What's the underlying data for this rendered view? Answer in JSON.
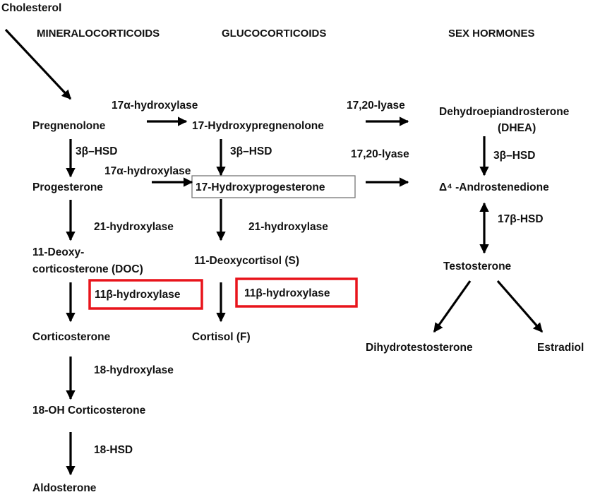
{
  "colors": {
    "highlight": "#e8141b",
    "box": "#777777",
    "text": "#111111"
  },
  "start": "Cholesterol",
  "headers": {
    "mineral": "MINERALOCORTICOIDS",
    "gluco": "GLUCOCORTICOIDS",
    "sex": "SEX HORMONES"
  },
  "compounds": {
    "pregnenolone": "Pregnenolone",
    "hydroxypregnenolone": "17-Hydroxypregnenolone",
    "dhea1": "Dehydroepiandrosterone",
    "dhea2": "(DHEA)",
    "progesterone": "Progesterone",
    "hydroxyprogesterone": "17-Hydroxyprogesterone",
    "androstenedione": "Δ⁴ -Androstenedione",
    "doc1": "11-Deoxy-",
    "doc2": "corticosterone (DOC)",
    "deoxycortisol": "11-Deoxycortisol (S)",
    "testosterone": "Testosterone",
    "corticosterone": "Corticosterone",
    "cortisol": "Cortisol (F)",
    "dht": "Dihydrotestosterone",
    "estradiol": "Estradiol",
    "oh_corticosterone": "18-OH Corticosterone",
    "aldosterone": "Aldosterone"
  },
  "enzymes": {
    "hydroxylase17a_1": "17α-hydroxylase",
    "lyase_1": "17,20-lyase",
    "hsd3b_1": "3β–HSD",
    "hsd3b_2": "3β–HSD",
    "lyase_2": "17,20-lyase",
    "hsd3b_3": "3β–HSD",
    "hydroxylase17a_2": "17α-hydroxylase",
    "hydroxylase21_1": "21-hydroxylase",
    "hydroxylase21_2": "21-hydroxylase",
    "hsd17b": "17β-HSD",
    "hydroxylase11b_1": "11β-hydroxylase",
    "hydroxylase11b_2": "11β-hydroxylase",
    "hydroxylase18": "18-hydroxylase",
    "hsd18": "18-HSD"
  }
}
